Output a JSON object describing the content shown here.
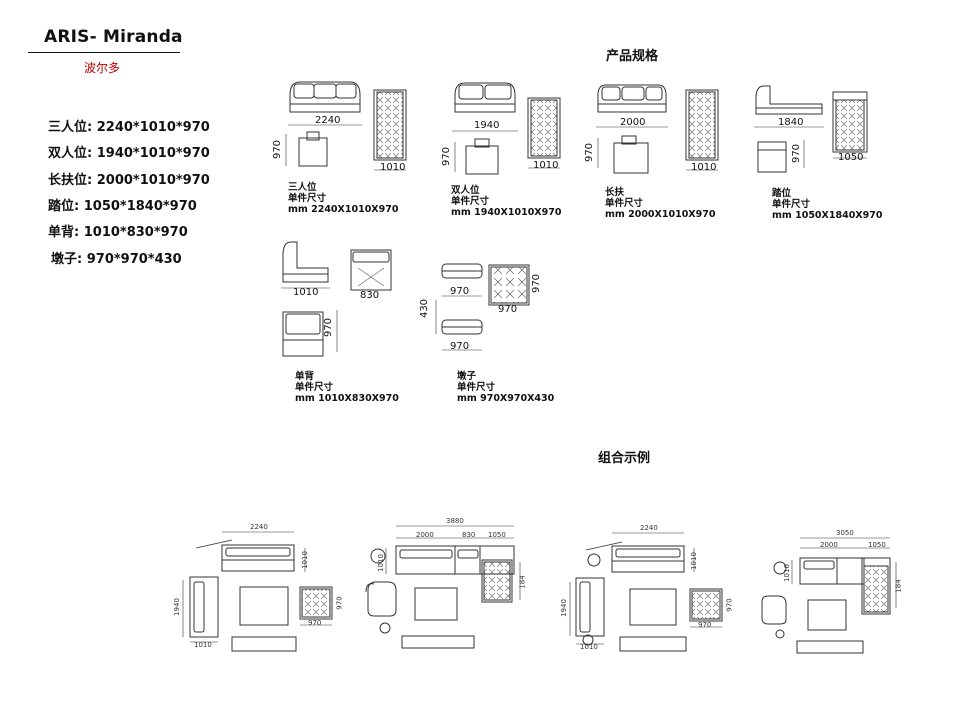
{
  "header": {
    "title": "ARIS- Miranda",
    "subtitle": "波尔多"
  },
  "specs": [
    "三人位: 2240*1010*970",
    "双人位: 1940*1010*970",
    "长扶位: 2000*1010*970",
    "踏位: 1050*1840*970",
    "单背: 1010*830*970",
    "墩子: 970*970*430"
  ],
  "sections": {
    "product_spec": "产品规格",
    "combo_examples": "组合示例"
  },
  "modules": [
    {
      "name": "三人位",
      "label": "单件尺寸",
      "size": "mm 2240X1010X970",
      "dims": [
        "2240",
        "970",
        "1010"
      ]
    },
    {
      "name": "双人位",
      "label": "单件尺寸",
      "size": "mm 1940X1010X970",
      "dims": [
        "1940",
        "970",
        "1010"
      ]
    },
    {
      "name": "长扶",
      "label": "单件尺寸",
      "size": "mm 2000X1010X970",
      "dims": [
        "2000",
        "970",
        "1010"
      ]
    },
    {
      "name": "踏位",
      "label": "单件尺寸",
      "size": "mm 1050X1840X970",
      "dims": [
        "1840",
        "970",
        "1050"
      ]
    },
    {
      "name": "单背",
      "label": "单件尺寸",
      "size": "mm 1010X830X970",
      "dims": [
        "1010",
        "830",
        "970"
      ]
    },
    {
      "name": "墩子",
      "label": "单件尺寸",
      "size": "mm 970X970X430",
      "dims": [
        "970",
        "970",
        "970",
        "430",
        "970"
      ]
    }
  ],
  "combos": [
    {
      "dims": [
        "2240",
        "1010",
        "1940",
        "970",
        "970",
        "1010"
      ]
    },
    {
      "dims": [
        "3880",
        "2000",
        "830",
        "1050",
        "1010",
        "184"
      ]
    },
    {
      "dims": [
        "2240",
        "1010",
        "1940",
        "970",
        "970",
        "1010"
      ]
    },
    {
      "dims": [
        "3050",
        "2000",
        "1050",
        "1010",
        "184"
      ]
    }
  ],
  "colors": {
    "text": "#111111",
    "accent_red": "#c00000",
    "line": "#333333"
  }
}
